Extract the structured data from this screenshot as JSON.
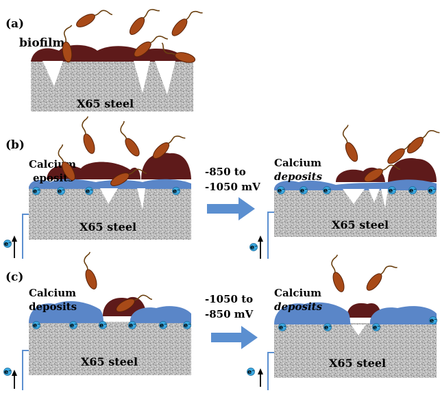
{
  "colors": {
    "steel": "#b8b8b8",
    "biofilm": "#5e1a1a",
    "bacteria": "#a84a18",
    "deposit": "#5a86c8",
    "electron": "#3aa8e0",
    "arrow": "#5b8fd0",
    "wire": "#5b8fd0"
  },
  "panels": {
    "a": {
      "label": "(a)",
      "biofilm_label": "biofilm",
      "steel_label": "X65 steel"
    },
    "b": {
      "label": "(b)",
      "steel_label": "X65 steel",
      "deposit_left_1": "Calcium",
      "deposit_left_2": "eposits",
      "deposit_right_1": "Calcium",
      "deposit_right_2": "deposits",
      "arrow_line1": "-850 to",
      "arrow_line2": "-1050 mV"
    },
    "c": {
      "label": "(c)",
      "steel_label": "X65 steel",
      "deposit_left_1": "Calcium",
      "deposit_left_2": "deposits",
      "deposit_right_1": "Calcium",
      "deposit_right_2": "deposits",
      "arrow_line1": "-1050 to",
      "arrow_line2": "-850 mV"
    }
  },
  "electron_label": "e⁻"
}
